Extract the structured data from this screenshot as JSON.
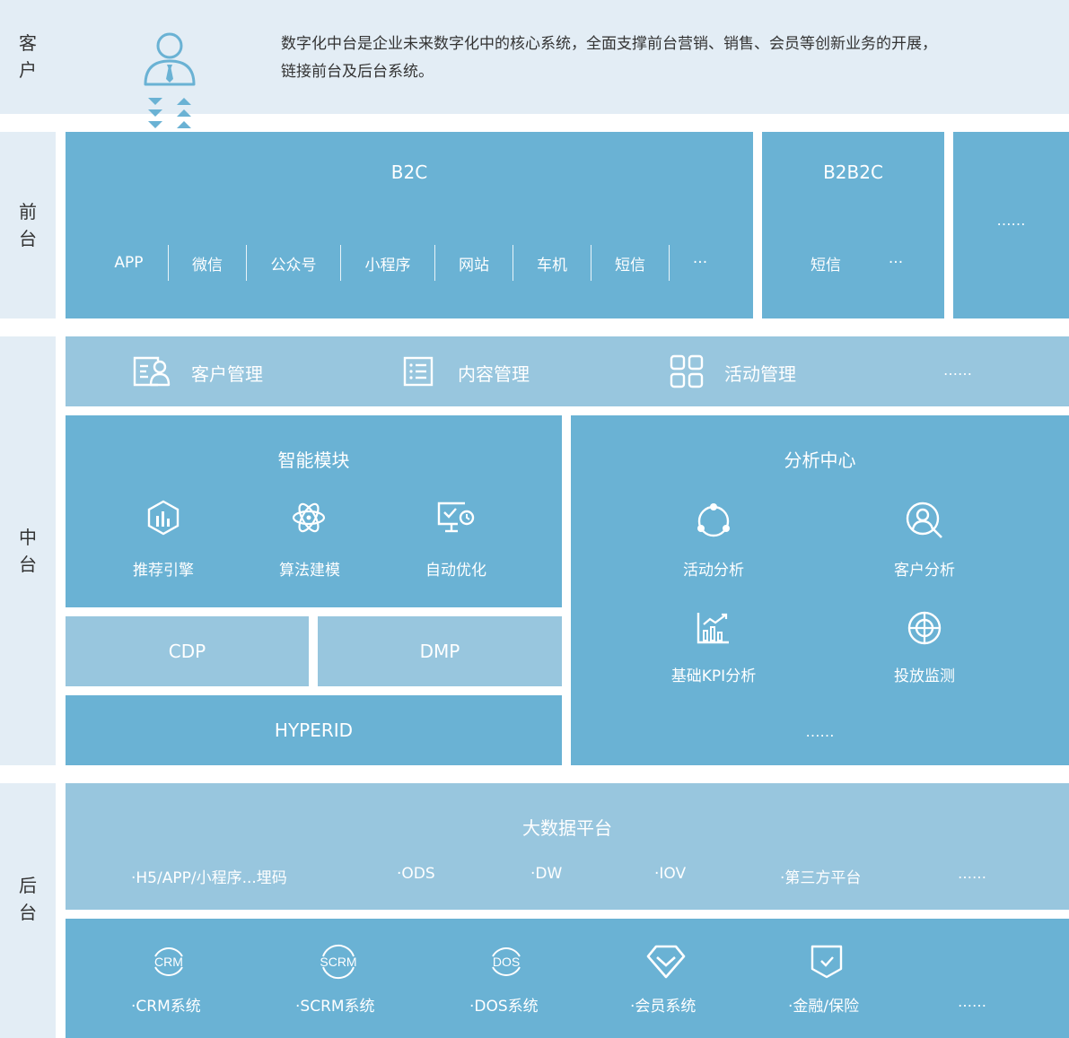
{
  "customer": {
    "label": [
      "客",
      "户"
    ],
    "description_line1": "数字化中台是企业未来数字化中的核心系统，全面支撑前台营销、销售、会员等创新业务的开展，",
    "description_line2": "链接前台及后台系统。"
  },
  "front": {
    "label": [
      "前",
      "台"
    ],
    "b2c": {
      "title": "B2C",
      "channels": [
        "APP",
        "微信",
        "公众号",
        "小程序",
        "网站",
        "车机",
        "短信",
        "···"
      ]
    },
    "b2b2c": {
      "title": "B2B2C",
      "channels": [
        "短信",
        "···"
      ]
    },
    "more": "……"
  },
  "middle": {
    "label": [
      "中",
      "台"
    ],
    "management": [
      "客户管理",
      "内容管理",
      "活动管理"
    ],
    "management_more": "……",
    "smart": {
      "title": "智能模块",
      "items": [
        "推荐引擎",
        "算法建模",
        "自动优化"
      ]
    },
    "cdp": "CDP",
    "dmp": "DMP",
    "hyperid": "HYPERID",
    "analysis": {
      "title": "分析中心",
      "items": [
        "活动分析",
        "客户分析",
        "基础KPI分析",
        "投放监测"
      ],
      "more": "……"
    }
  },
  "back": {
    "label": [
      "后",
      "台"
    ],
    "bigdata": {
      "title": "大数据平台",
      "items": [
        "·H5/APP/小程序...埋码",
        "·ODS",
        "·DW",
        "·IOV",
        "·第三方平台",
        "……"
      ]
    },
    "systems": {
      "items": [
        "·CRM系统",
        "·SCRM系统",
        "·DOS系统",
        "·会员系统",
        "·金融/保险",
        "……"
      ],
      "icon_text": [
        "CRM",
        "SCRM",
        "DOS"
      ]
    }
  },
  "colors": {
    "band_bg": "#e3edf5",
    "box_dark": "#6ab2d4",
    "box_light": "#98c6de",
    "icon_blue": "#6ab2d4",
    "label_text": "#333333"
  }
}
